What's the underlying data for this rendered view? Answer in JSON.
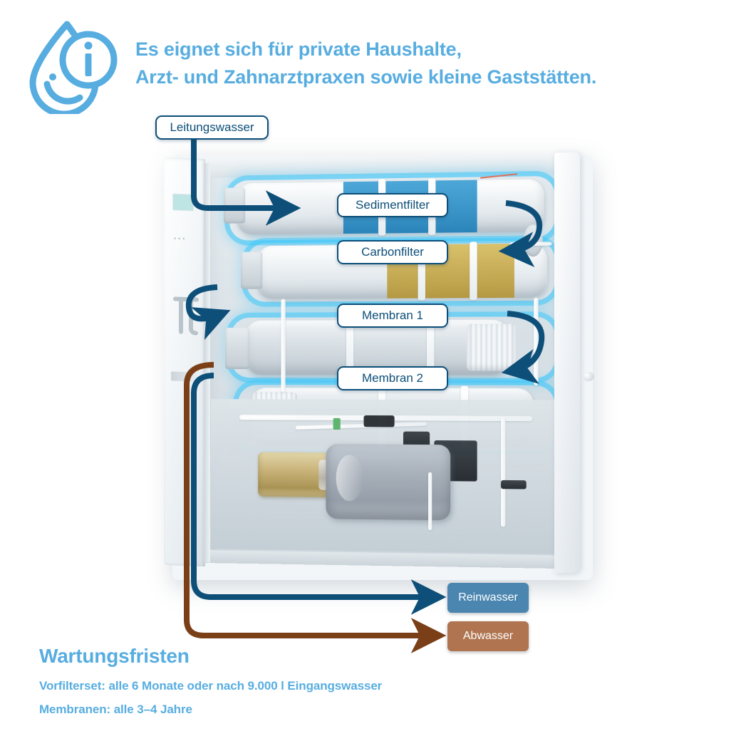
{
  "header": {
    "logo_icon": "water-drop-info-icon",
    "headline_line1": "Es eignet sich für private Haushalte,",
    "headline_line2": "Arzt- und Zahnarztpraxen sowie kleine Gaststätten."
  },
  "diagram": {
    "inlet_label": "Leitungswasser",
    "stages": [
      {
        "label": "Sedimentfilter"
      },
      {
        "label": "Carbonfilter"
      },
      {
        "label": "Membran 1"
      },
      {
        "label": "Membran 2"
      }
    ],
    "outputs": [
      {
        "label": "Reinwasser",
        "color": "#4a86b0"
      },
      {
        "label": "Abwasser",
        "color": "#b07550"
      }
    ]
  },
  "footer": {
    "title": "Wartungsfristen",
    "line1": "Vorfilterset: alle 6 Monate oder nach 9.000 l Eingangswasser",
    "line2": "Membranen: alle 3–4 Jahre"
  },
  "colors": {
    "brand_blue": "#57ade0",
    "callout_border": "#0d4f79",
    "arrow_blue": "#0d4f79",
    "arrow_brown": "#7b3f18",
    "flow_glow": "#46c8f8",
    "clean_water": "#4a86b0",
    "waste_water": "#b07550"
  }
}
